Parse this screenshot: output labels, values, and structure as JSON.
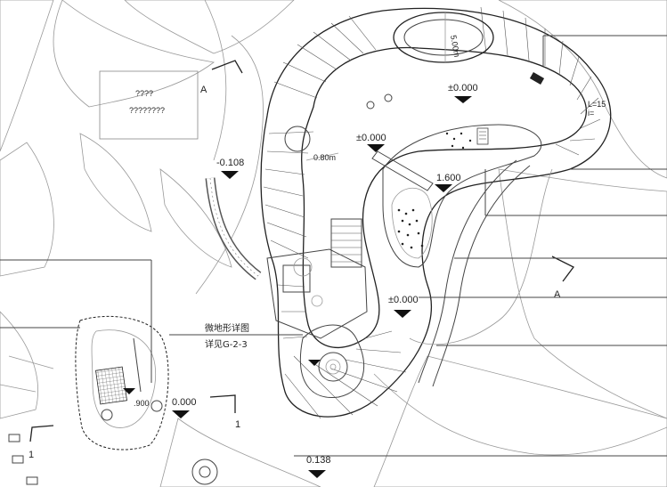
{
  "drawing": {
    "elevations": {
      "e1": "±0.000",
      "e2": "-0.108",
      "e3": "±0.000",
      "e4": "1.600",
      "e5": "±0.000",
      "e6": "0.000",
      "e7": "0.138",
      "e8": ".900"
    },
    "section_marks": {
      "a1": "A",
      "a2": "A",
      "s1": "1",
      "s2": "1"
    },
    "placeholder": {
      "line1": "????",
      "line2": "????????"
    },
    "callout": {
      "title": "微地形详图",
      "ref": "详见G-2-3"
    },
    "annotations": {
      "len_label": "L=15",
      "i_label": "i=",
      "dim_vertical": "5.00m",
      "dim_small": "0.80m"
    }
  }
}
